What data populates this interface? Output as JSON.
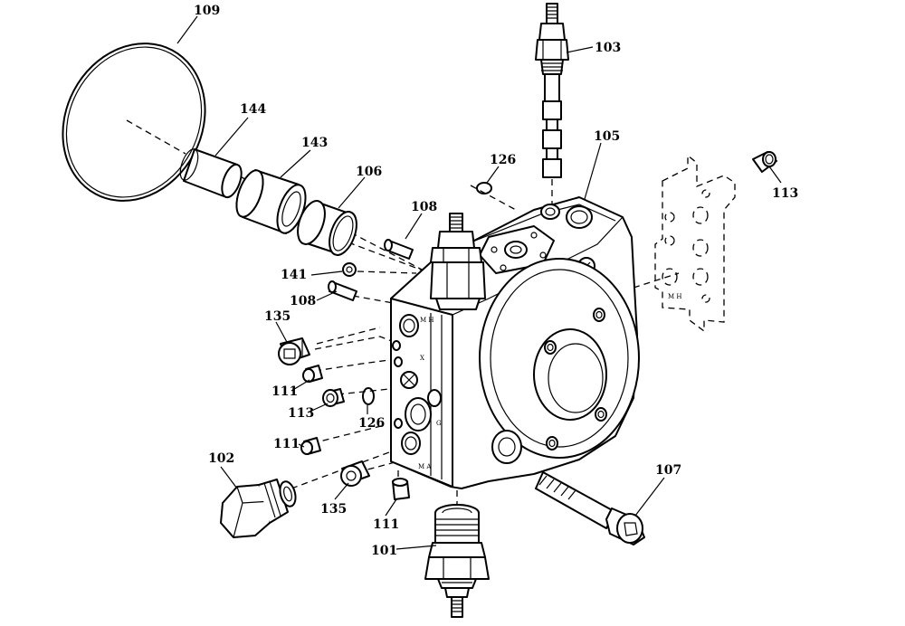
{
  "diagram": {
    "callouts": [
      {
        "id": "c109",
        "label": "109"
      },
      {
        "id": "c144",
        "label": "144"
      },
      {
        "id": "c143",
        "label": "143"
      },
      {
        "id": "c106",
        "label": "106"
      },
      {
        "id": "c103",
        "label": "103"
      },
      {
        "id": "c105",
        "label": "105"
      },
      {
        "id": "c126a",
        "label": "126"
      },
      {
        "id": "c113a",
        "label": "113"
      },
      {
        "id": "c108a",
        "label": "108"
      },
      {
        "id": "c141",
        "label": "141"
      },
      {
        "id": "c108b",
        "label": "108"
      },
      {
        "id": "c135a",
        "label": "135"
      },
      {
        "id": "c111a",
        "label": "111"
      },
      {
        "id": "c113b",
        "label": "113"
      },
      {
        "id": "c126b",
        "label": "126"
      },
      {
        "id": "c111b",
        "label": "111"
      },
      {
        "id": "c102",
        "label": "102"
      },
      {
        "id": "c135b",
        "label": "135"
      },
      {
        "id": "c111c",
        "label": "111"
      },
      {
        "id": "c101",
        "label": "101"
      },
      {
        "id": "c107",
        "label": "107"
      }
    ],
    "port_markings": [
      "M H",
      "X",
      "G",
      "M A"
    ]
  }
}
